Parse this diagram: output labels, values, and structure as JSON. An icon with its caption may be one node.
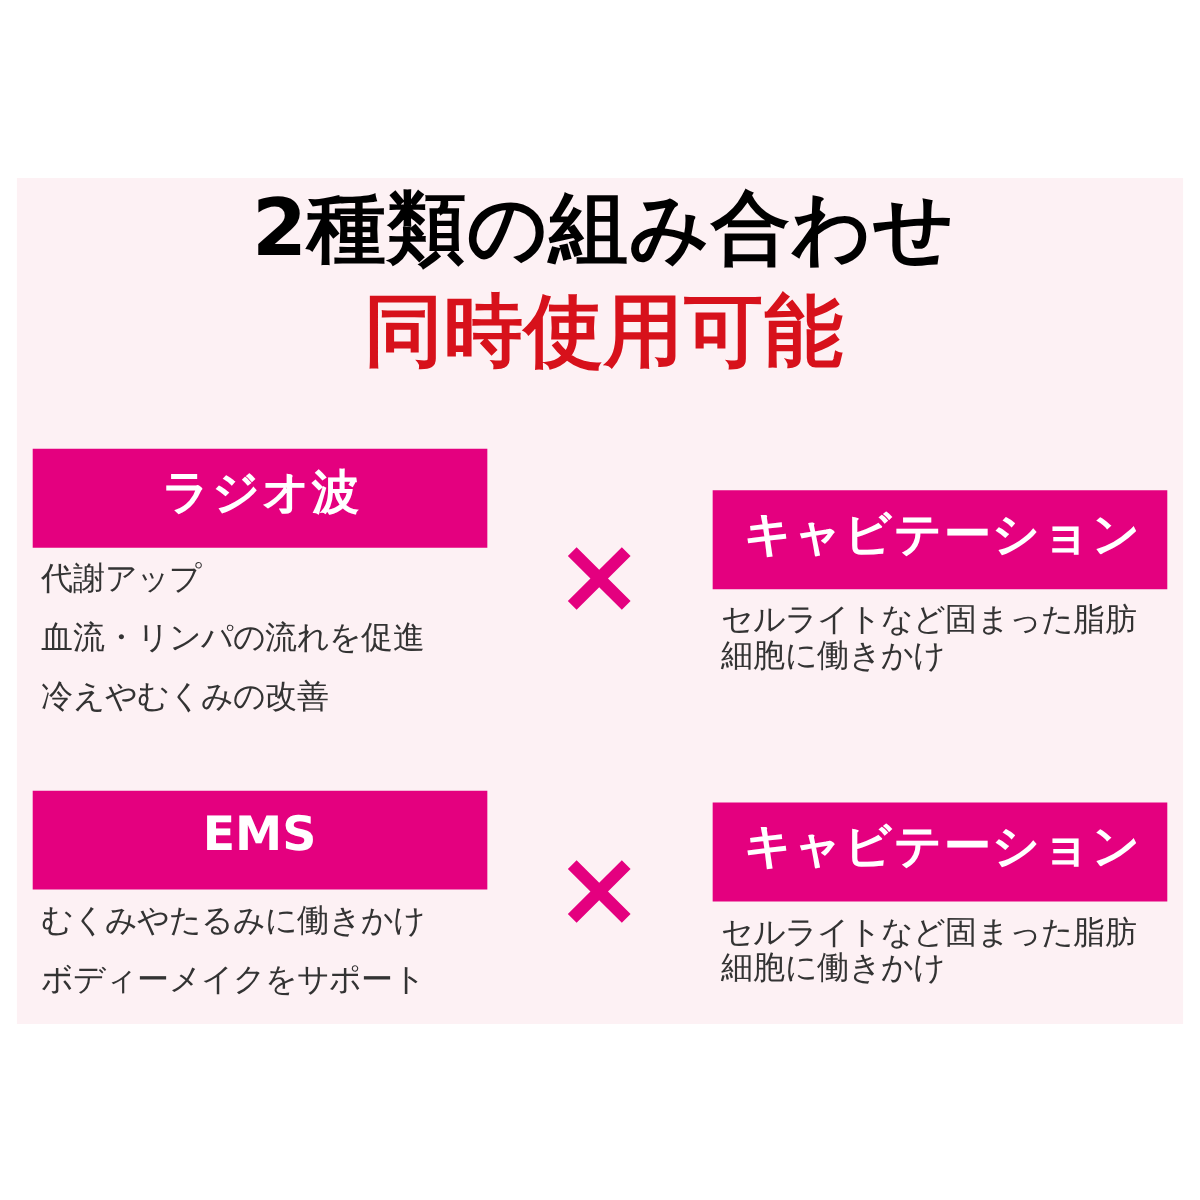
{
  "diagram": {
    "title": "2種類の組み合わせ",
    "nodes": [
      {
        "text": [
          "ラジオ波"
        ],
        "beside": [
          "代謝アップ",
          "血流・リンパの流れを促進",
          "冷えやむくみの改善"
        ]
      },
      {
        "text": [
          "キャビテーション"
        ],
        "beside": [
          "セルライトなど固まった脂肪細胞に働きかけ"
        ]
      },
      {
        "text": [
          "EMS"
        ],
        "beside": [
          "むくみやたるみに働きかけ",
          "ボディーメイクをサポート"
        ]
      },
      {
        "text": [
          "キャビテーション"
        ],
        "beside": [
          "セルライトなど固まった脂肪細胞に働きかけ"
        ]
      }
    ],
    "labels": [
      "同時使用可能",
      "×",
      "×"
    ]
  }
}
